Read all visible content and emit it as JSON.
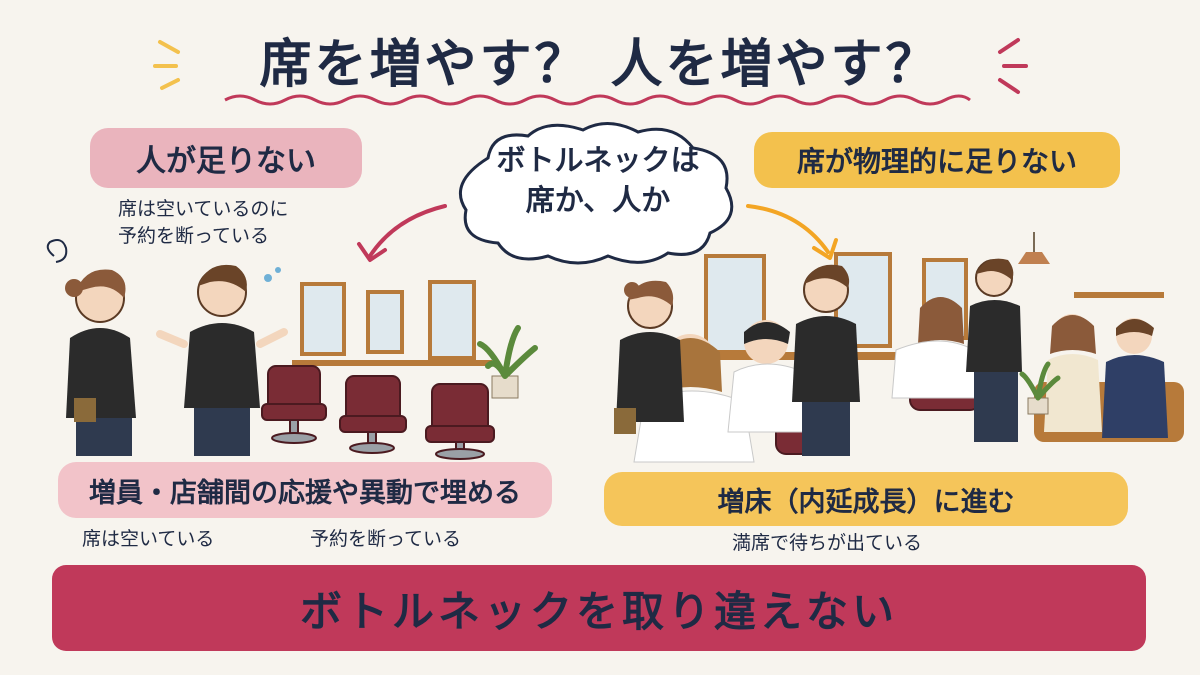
{
  "title": "席を増やす？ 人を増やす？",
  "center_bubble": {
    "line1": "ボトルネックは",
    "line2": "席か、人か"
  },
  "left": {
    "label": "人が足りない",
    "note_line1": "席は空いているのに",
    "note_line2": "予約を断っている",
    "action": "増員・店舗間の応援や異動で埋める",
    "caption1": "席は空いている",
    "caption2": "予約を断っている"
  },
  "right": {
    "label": "席が物理的に足りない",
    "action": "増床（内延成長）に進む",
    "caption": "満席で待ちが出ている"
  },
  "bottom": {
    "message": "ボトルネックを取り違えない"
  },
  "colors": {
    "pink": "#eab4bd",
    "yellow": "#f3c14d",
    "crimson": "#c0395a",
    "navy": "#1f2a44"
  }
}
